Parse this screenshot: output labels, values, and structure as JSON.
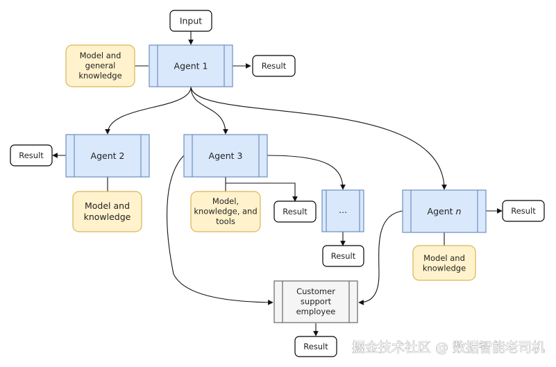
{
  "colors": {
    "agent_fill": "#dae8fc",
    "agent_stroke": "#6c8ebf",
    "knowledge_fill": "#fff2cc",
    "knowledge_stroke": "#d6b656",
    "result_fill": "#ffffff",
    "result_stroke": "#000000",
    "employee_fill": "#f5f5f5",
    "employee_stroke": "#666666"
  },
  "nodes": {
    "input": "Input",
    "agent1": "Agent 1",
    "knowledge1": [
      "Model and",
      "general",
      "knowledge"
    ],
    "result1": "Result",
    "agent2": "Agent 2",
    "result2": "Result",
    "knowledge2": [
      "Model and",
      "knowledge"
    ],
    "agent3": "Agent 3",
    "knowledge3": [
      "Model,",
      "knowledge, and",
      "tools"
    ],
    "result3": "Result",
    "ellipsis": "...",
    "result_ellipsis": "Result",
    "agentn_prefix": "Agent ",
    "agentn_suffix": "n",
    "resultn": "Result",
    "knowledgen": [
      "Model and",
      "knowledge"
    ],
    "employee": [
      "Customer",
      "support",
      "employee"
    ],
    "result_employee": "Result"
  },
  "watermark": "掘金技术社区 @ 数据智能老司机"
}
